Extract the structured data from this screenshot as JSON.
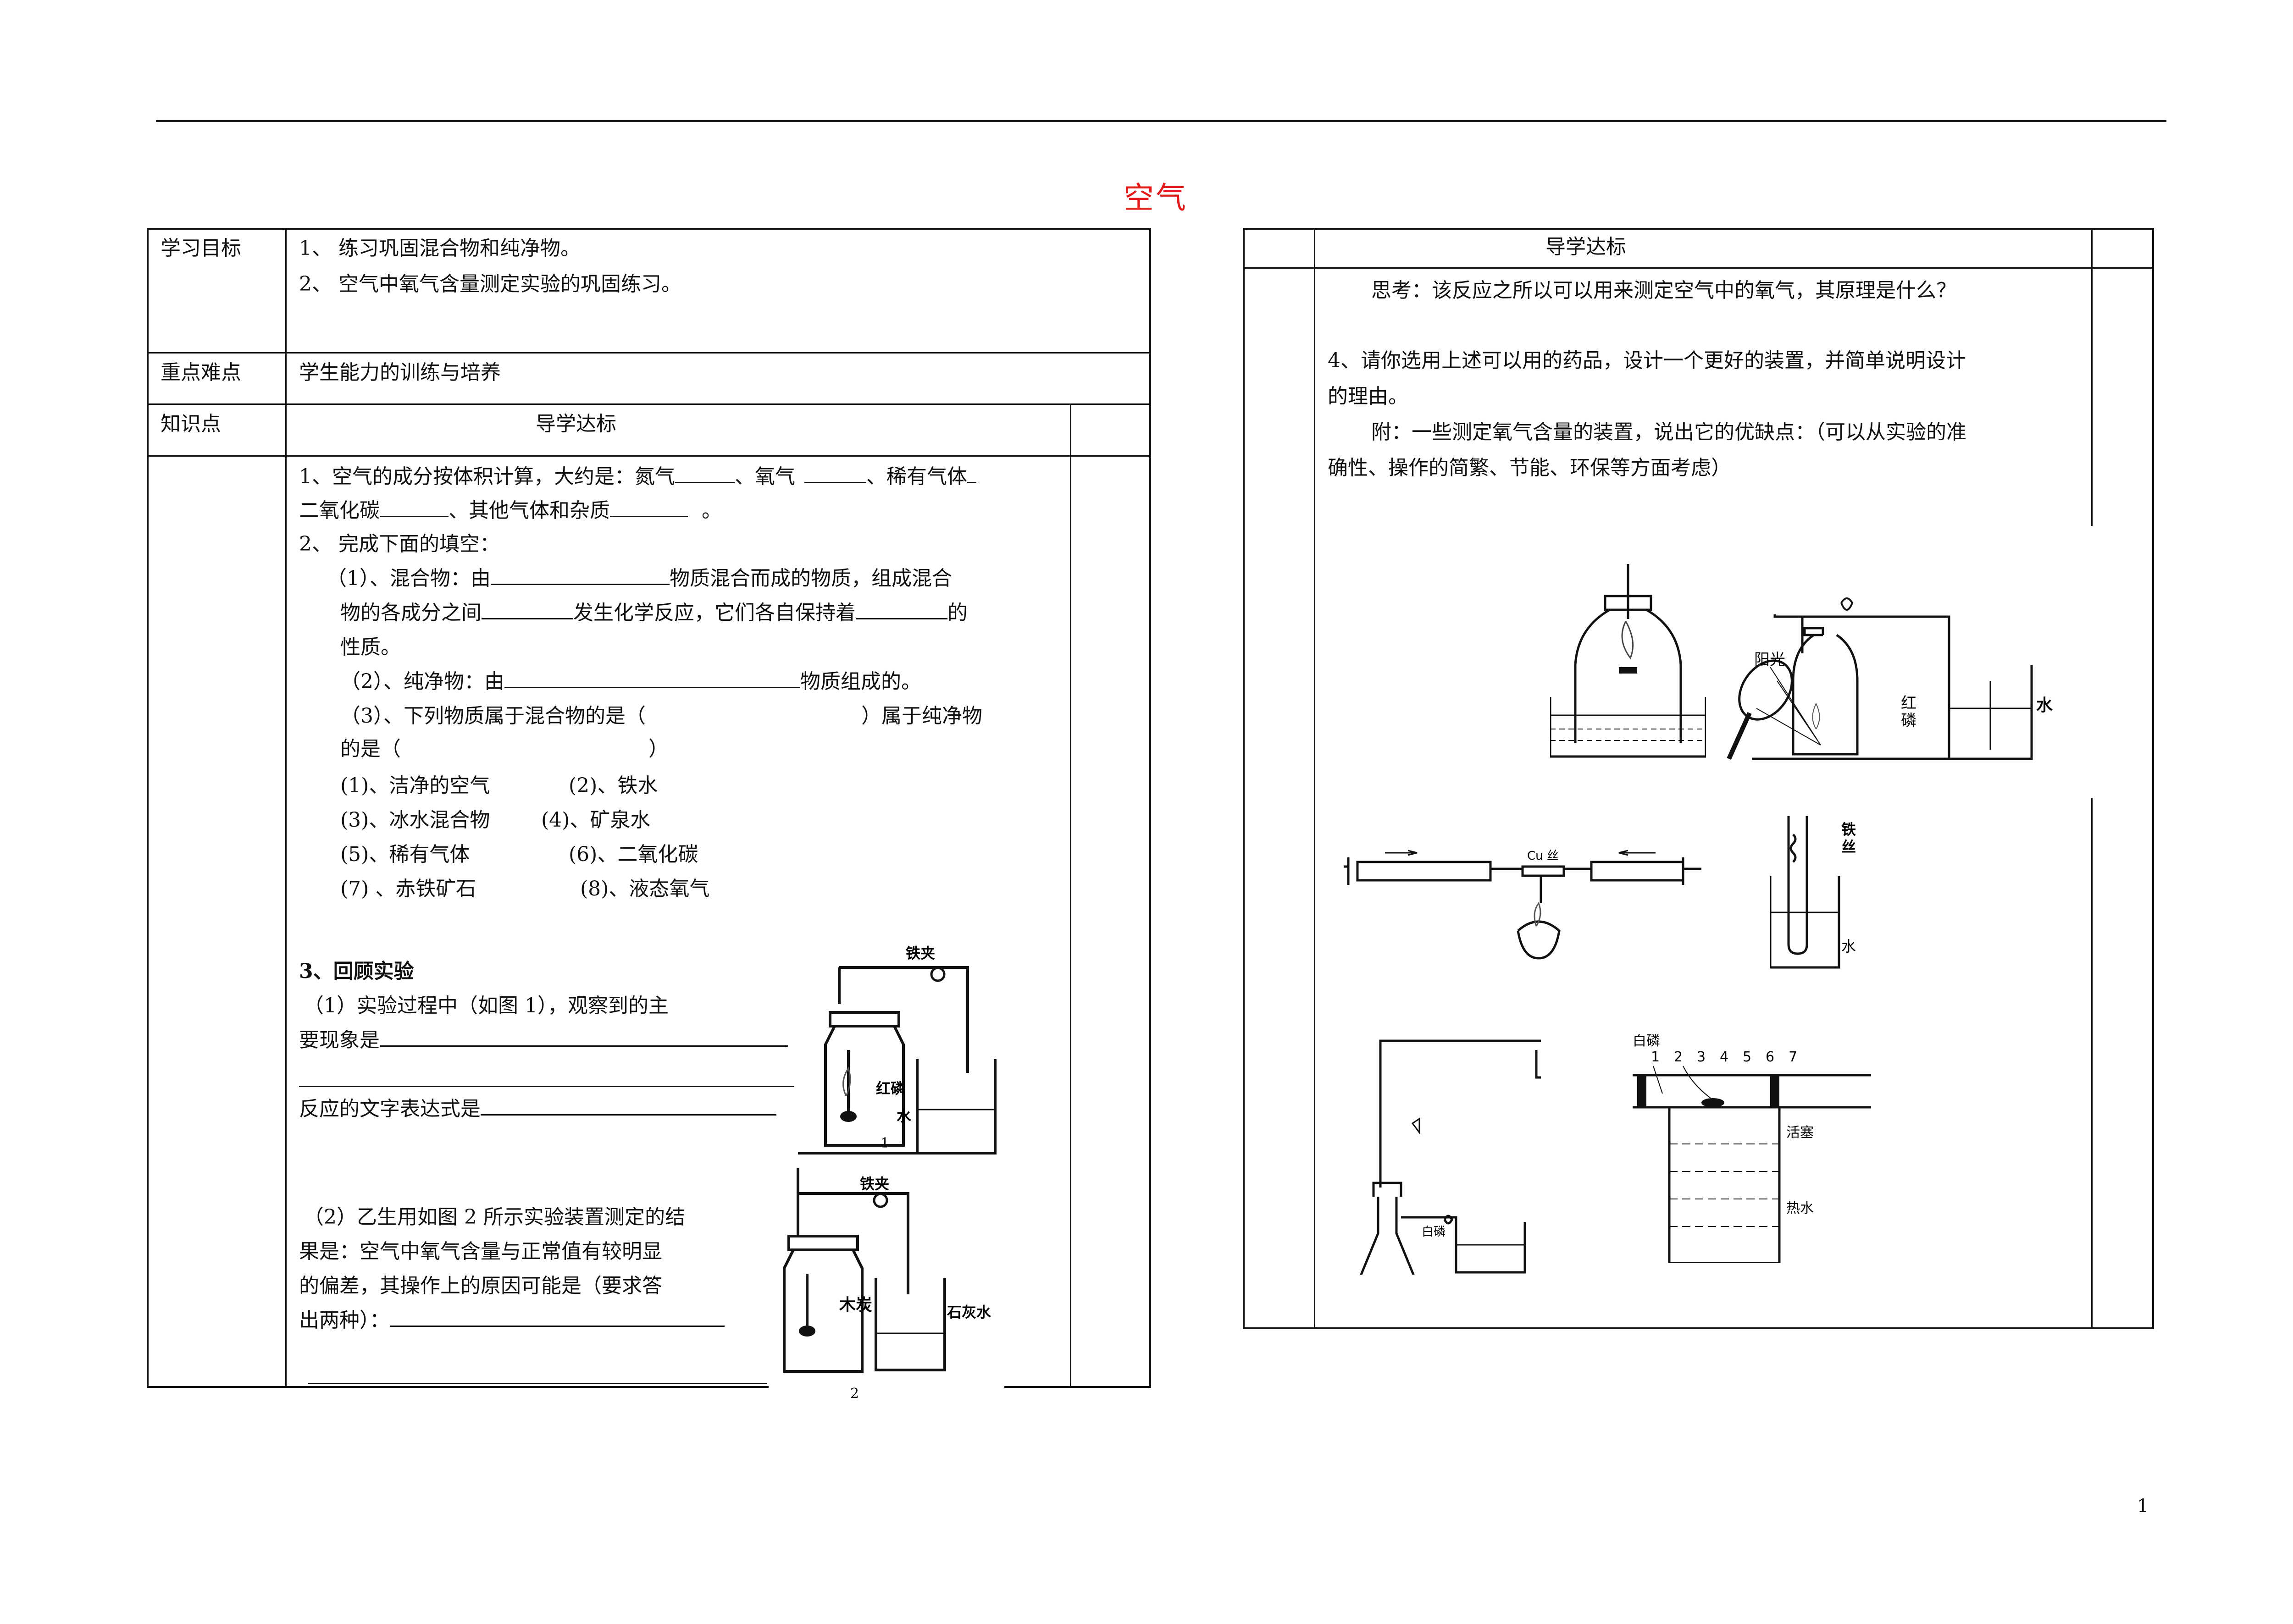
{
  "page_title": "空气",
  "page_number": "1",
  "left_table": {
    "row_goals": {
      "label": "学习目标",
      "items": [
        "1、 练习巩固混合物和纯净物。",
        "2、 空气中氧气含量测定实验的巩固练习。"
      ]
    },
    "row_key": {
      "label": "重点难点",
      "text": "学生能力的训练与培养"
    },
    "row_knowledge": {
      "label": "知识点",
      "header": "导学达标"
    },
    "q1": {
      "a": "1、空气的成分按体积计算，大约是：氮气",
      "b": "、氧气",
      "c": "、稀有气体",
      "d": "二氧化碳",
      "e": "、其他气体和杂质",
      "f": "。"
    },
    "q2": {
      "intro": "2、 完成下面的填空：",
      "p1a": "（1）、混合物：由",
      "p1b": "物质混合而成的物质，组成混合",
      "p1c": "物的各成分之间",
      "p1d": "发生化学反应，它们各自保持着",
      "p1e": "的",
      "p1f": "性质。",
      "p2a": "（2）、纯净物：由",
      "p2b": "物质组成的。",
      "p3a": "（3）、下列物质属于混合物的是（",
      "p3b": "）属于纯净物",
      "p3c": "的是（",
      "p3d": "）",
      "options": [
        [
          "(1)、洁净的空气",
          "(2)、铁水"
        ],
        [
          "(3)、冰水混合物",
          "(4)、矿泉水"
        ],
        [
          "(5)、稀有气体",
          "(6)、二氧化碳"
        ],
        [
          "(7) 、赤铁矿石",
          "(8)、液态氧气"
        ]
      ]
    },
    "q3": {
      "title": "3、回顾实验",
      "s1a": "（1）实验过程中（如图 1），观察到的主",
      "s1b": "要现象是",
      "s1c": "反应的文字表达式是",
      "s2a": "（2）乙生用如图 2 所示实验装置测定的结",
      "s2b": "果是：空气中氧气含量与正常值有较明显",
      "s2c": "的偏差，其操作上的原因可能是（要求答",
      "s2d": "出两种）：",
      "fig1": {
        "label_clip": "铁夹",
        "label_p": "红磷",
        "label_water": "水",
        "caption": "1"
      },
      "fig2": {
        "label_clip": "铁夹",
        "label_c": "木炭",
        "label_lime": "石灰水",
        "caption": "2"
      }
    }
  },
  "right_table": {
    "header": "导学达标",
    "think": "思考：该反应之所以可以用来测定空气中的氧气，其原理是什么？",
    "q4a": "4、请你选用上述可以用的药品，设计一个更好的装置，并简单说明设计",
    "q4b": "的理由。",
    "appendix_a": "附：一些测定氧气含量的装置，说出它的优缺点：（可以从实验的准",
    "appendix_b": "确性、操作的简繁、节能、环保等方面考虑）",
    "figs": {
      "sun": "阳光",
      "red_p_1": "红",
      "red_p_2": "磷",
      "water": "水",
      "cu": "Cu 丝",
      "iron_1": "铁",
      "iron_2": "丝",
      "water2": "水",
      "white_p": "白磷",
      "white_p2": "白磷",
      "scale": [
        "1",
        "2",
        "3",
        "4",
        "5",
        "6",
        "7"
      ],
      "piston": "活塞",
      "hot_water": "热水"
    }
  }
}
